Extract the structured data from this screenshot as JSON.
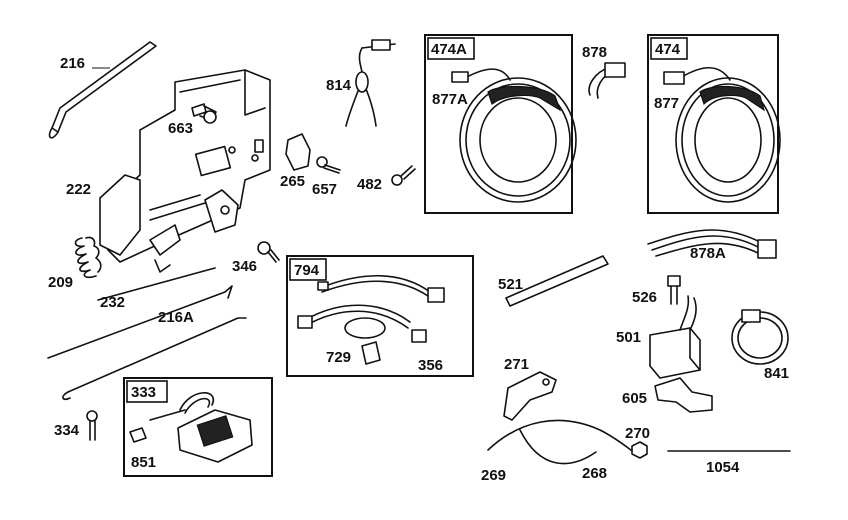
{
  "parts": {
    "p216": "216",
    "p663": "663",
    "p222": "222",
    "p209": "209",
    "p232": "232",
    "p216A": "216A",
    "p346": "346",
    "p334": "334",
    "p851": "851",
    "p814": "814",
    "p265": "265",
    "p657": "657",
    "p482": "482",
    "p877A": "877A",
    "p878": "878",
    "p877": "877",
    "p878A": "878A",
    "p521": "521",
    "p526": "526",
    "p501": "501",
    "p841": "841",
    "p605": "605",
    "p729": "729",
    "p356": "356",
    "p271": "271",
    "p270": "270",
    "p269": "269",
    "p268": "268",
    "p1054": "1054"
  },
  "kits": {
    "k474A": "474A",
    "k474": "474",
    "k794": "794",
    "k333": "333"
  }
}
